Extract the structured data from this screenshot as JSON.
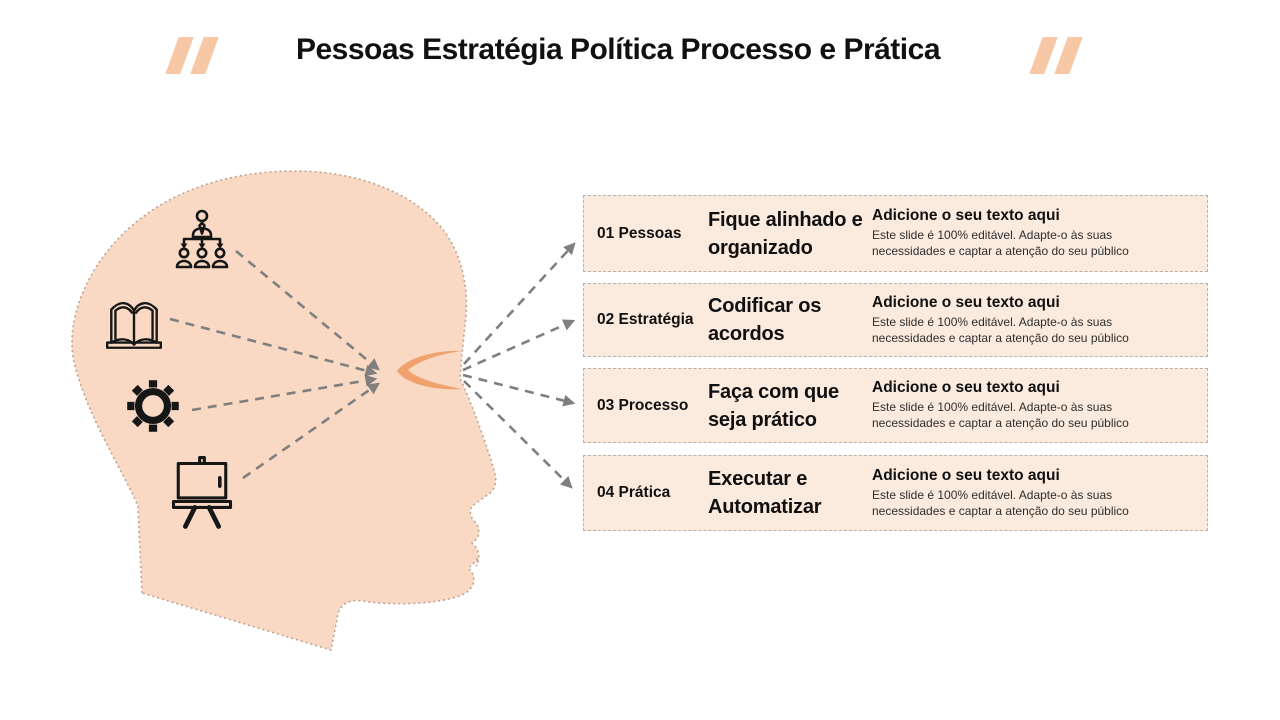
{
  "title": "Pessoas Estratégia Política Processo e Prática",
  "decor": {
    "left_slashes": "double-slash",
    "right_slashes": "double-slash"
  },
  "head_diagram": {
    "icons": [
      {
        "name": "org-chart-icon"
      },
      {
        "name": "open-book-icon"
      },
      {
        "name": "gear-icon"
      },
      {
        "name": "presentation-board-icon"
      }
    ],
    "eye": "eye-shape"
  },
  "rows": [
    {
      "number": "01 Pessoas",
      "subtitle": "Fique alinhado e organizado",
      "heading": "Adicione o seu texto aqui",
      "body": "Este slide é 100% editável. Adapte-o às suas necessidades e captar a atenção do seu público"
    },
    {
      "number": "02 Estratégia",
      "subtitle": "Codificar os acordos",
      "heading": "Adicione o seu texto aqui",
      "body": "Este slide é 100% editável. Adapte-o às suas necessidades e captar a atenção do seu público"
    },
    {
      "number": "03 Processo",
      "subtitle": "Faça com que seja prático",
      "heading": "Adicione o seu texto aqui",
      "body": "Este slide é 100% editável. Adapte-o às suas necessidades e captar a atenção do seu público"
    },
    {
      "number": "04 Prática",
      "subtitle": "Executar e Automatizar",
      "heading": "Adicione o seu texto aqui",
      "body": "Este slide é 100% editável. Adapte-o às suas necessidades e captar a atenção do seu público"
    }
  ],
  "colors": {
    "head_fill": "#f9d9c3",
    "head_outline": "#bda393",
    "eye": "#efa26e",
    "connector": "#7f7f7f",
    "row_bg": "#fbeade",
    "row_border": "#b8b2ab",
    "slash": "#f6c8a6",
    "title_text": "#111111",
    "body_text": "#2e2e2e"
  }
}
